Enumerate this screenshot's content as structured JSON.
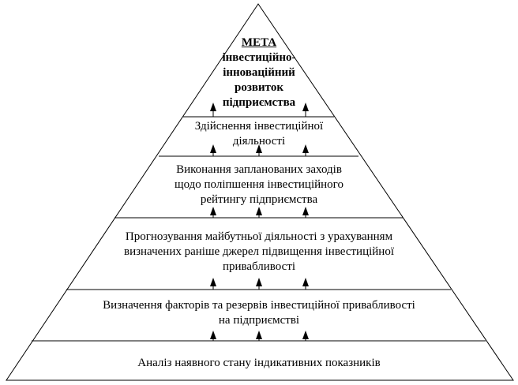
{
  "goal": {
    "title": "МЕТА",
    "lines": [
      "інвестиційно-",
      "інноваційний",
      "розвиток",
      "підприємства"
    ]
  },
  "levels": [
    {
      "lines": [
        "Здійснення інвестиційної",
        "діяльності"
      ]
    },
    {
      "lines": [
        "Виконання запланованих заходів",
        "щодо поліпшення інвестиційного",
        "рейтингу підприємства"
      ]
    },
    {
      "lines": [
        "Прогнозування майбутньої діяльності з урахуванням",
        "визначених раніше джерел підвищення інвестиційної",
        "привабливості"
      ]
    },
    {
      "lines": [
        "Визначення факторів та резервів інвестиційної привабливості",
        "на підприємстві"
      ]
    },
    {
      "lines": [
        "Аналіз наявного стану індикативних показників"
      ]
    }
  ],
  "colors": {
    "line": "#000000",
    "background": "#ffffff"
  }
}
